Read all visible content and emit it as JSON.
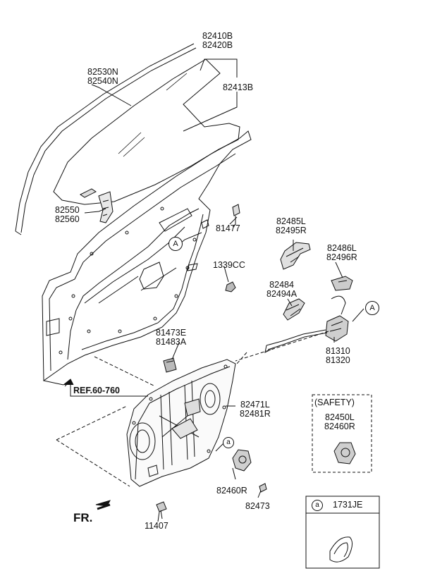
{
  "labels": {
    "glass_top": [
      "82410B",
      "82420B"
    ],
    "glass": "82413B",
    "run_channel": [
      "82530N",
      "82540N"
    ],
    "glass_bracket": [
      "82550",
      "82560"
    ],
    "stud": "81477",
    "cap": "1339CC",
    "handle_outer": [
      "82485L",
      "82495R"
    ],
    "handle_cover": [
      "82486L",
      "82496R"
    ],
    "handle_base": [
      "82484",
      "82494A"
    ],
    "latch": [
      "81310",
      "81320"
    ],
    "striker": [
      "81473E",
      "81483A"
    ],
    "regulator": [
      "82471L",
      "82481R"
    ],
    "motor_bottom": "82460R",
    "bolt_right": "82473",
    "bolt_bottom": "11407",
    "ref": "REF.60-760",
    "front": "FR.",
    "safety_title": "(SAFETY)",
    "safety_parts": [
      "82450L",
      "82460R"
    ],
    "callout_a_upper": "A",
    "callout_a_right": "A",
    "callout_a_lower": "a",
    "legend_letter": "a",
    "legend_part": "1731JE"
  }
}
